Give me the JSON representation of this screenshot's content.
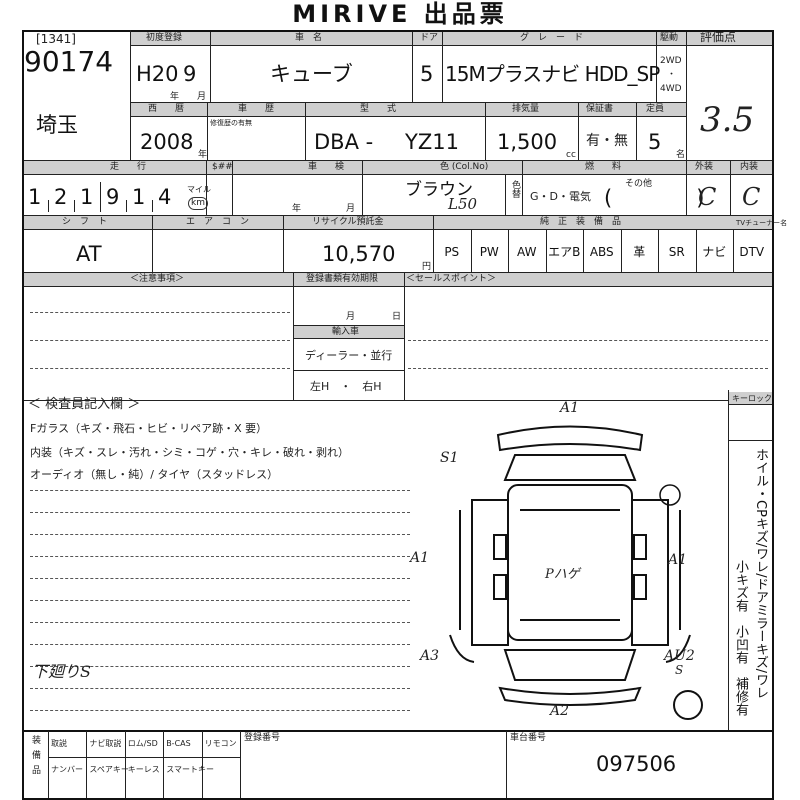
{
  "title": "MIRIVE 出品票",
  "lot_box": "[1341]",
  "lot_number": "90174",
  "prefecture": "埼玉",
  "labels": {
    "first_reg": "初度登録",
    "car_name": "車　名",
    "door": "ドア",
    "grade": "グ　レ　ー　ド",
    "drive": "駆動",
    "score": "評価点",
    "year_month": "年　　月",
    "seireki": "西　　暦",
    "shaken_hist": "車　　歴",
    "shaken_note": "修復歴の有無",
    "model": "型　　式",
    "displacement": "排気量",
    "warranty": "保証書",
    "capacity": "定員",
    "year_suffix": "年",
    "cc": "cc",
    "persons": "名",
    "mileage": "走　　行",
    "meter_change": "$##",
    "inspection": "車　　検",
    "color": "色 (Col.No)",
    "fuel": "燃　　料",
    "exterior": "外装",
    "interior": "内装",
    "miles": "マイル",
    "km": "km",
    "year": "年",
    "month": "月",
    "color_change": "色替",
    "shift": "シ　フ　ト",
    "aircon": "エ　ア　コ　ン",
    "recycle": "リサイクル預託金",
    "equipment": "純　正　装　備　品",
    "tv": "TVチューナー名",
    "yen": "円",
    "notes": "＜注意事項＞",
    "reg_expiry": "登録書類有効期限",
    "sales_point": "＜セールスポイント＞",
    "day": "日",
    "import_car": "輸入車",
    "dealer": "ディーラー・並行",
    "handle": "左H　・　右H",
    "inspector_notes": "＜ 検査員記入欄 ＞",
    "keylock": "キーロック",
    "fuel_other": "その他",
    "bottom_row1": [
      "取説",
      "ナビ取説",
      "ロム/SD",
      "B-CAS",
      "リモコン"
    ],
    "bottom_row2": [
      "ナンバー",
      "スペアキー",
      "キーレス",
      "スマートキー"
    ],
    "bottom_side": "装備品",
    "reg_number": "登録番号",
    "chassis_number": "車台番号"
  },
  "values": {
    "era": "H20",
    "month": "9",
    "car_name": "キューブ",
    "doors": "5",
    "grade": "15Mプラスナビ HDD_SP",
    "drive_2wd": "2WD",
    "drive_dot": "・",
    "drive_4wd": "4WD",
    "score": "3.5",
    "year": "2008",
    "model_prefix": "DBA -",
    "model": "YZ11",
    "displacement": "1,500",
    "warranty": "有・無",
    "capacity": "5",
    "mileage_digits": [
      "1",
      "2",
      "1",
      "9",
      "1",
      "4"
    ],
    "color_name": "ブラウン",
    "color_code": "L50",
    "fuel": "G・D・電気",
    "fuel_bracket": "(　　　　)",
    "exterior_grade": "C",
    "interior_grade": "C",
    "shift": "AT",
    "recycle_fee": "10,570",
    "equipment": [
      "PS",
      "PW",
      "AW",
      "エアB",
      "ABS",
      "革",
      "SR",
      "ナビ",
      "DTV"
    ],
    "chassis_number": "097506"
  },
  "inspector_lines": [
    "Fガラス（キズ・飛石・ヒビ・リペア跡・X 要）",
    "内装（キズ・スレ・汚れ・シミ・コゲ・穴・キレ・破れ・剥れ）",
    "オーディオ（無し・純）/ タイヤ（スタッドレス）"
  ],
  "handwritten": {
    "under": "下廻りS",
    "diagram_a1_top": "A1",
    "diagram_s_top": "S1",
    "diagram_a1_left": "A1",
    "diagram_a1_right": "A1",
    "diagram_center": "Pハゲ",
    "diagram_a3": "A3",
    "diagram_au2": "AU2",
    "diagram_s_right": "S",
    "diagram_a2": "A2"
  },
  "right_vertical": [
    "ホイル・CPキズ/ワレ/ドアミラーキズ/ワレ",
    "小キズ有　小凹有　補修有"
  ]
}
